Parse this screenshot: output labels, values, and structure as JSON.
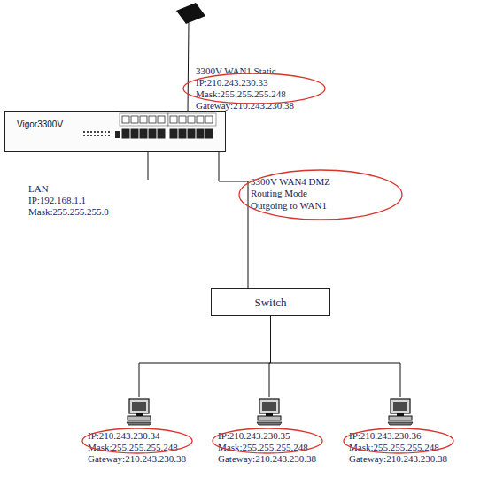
{
  "diagram": {
    "nodes": [
      {
        "text": [
          "Vigor3300V"
        ]
      },
      {
        "text": [
          "Switch"
        ]
      },
      {
        "text": [
          "IP:210.243.230.34",
          "Mask:255.255.255.248",
          "Gateway:210.243.230.38"
        ]
      },
      {
        "text": [
          "IP:210.243.230.35",
          "Mask:255.255.255.248",
          "Gateway:210.243.230.38"
        ]
      },
      {
        "text": [
          "IP:210.243.230.36",
          "Mask:255.255.255.248",
          "Gateway:210.243.230.38"
        ]
      }
    ],
    "edges": [
      {
        "from": 0,
        "to": 1,
        "arrow": "none"
      },
      {
        "from": 1,
        "to": 2,
        "arrow": "none"
      },
      {
        "from": 1,
        "to": 3,
        "arrow": "none"
      },
      {
        "from": 1,
        "to": 4,
        "arrow": "none"
      }
    ],
    "labels": [
      "3300V WAN1 Static",
      "IP:210.243.230.33",
      "Mask:255.255.255.248",
      "Gateway:210.243.230.38",
      "LAN",
      "IP:192.168.1.1",
      "Mask:255.255.255.0",
      "3300V WAN4 DMZ",
      "Routing Mode",
      "Outgoing to WAN1"
    ]
  }
}
